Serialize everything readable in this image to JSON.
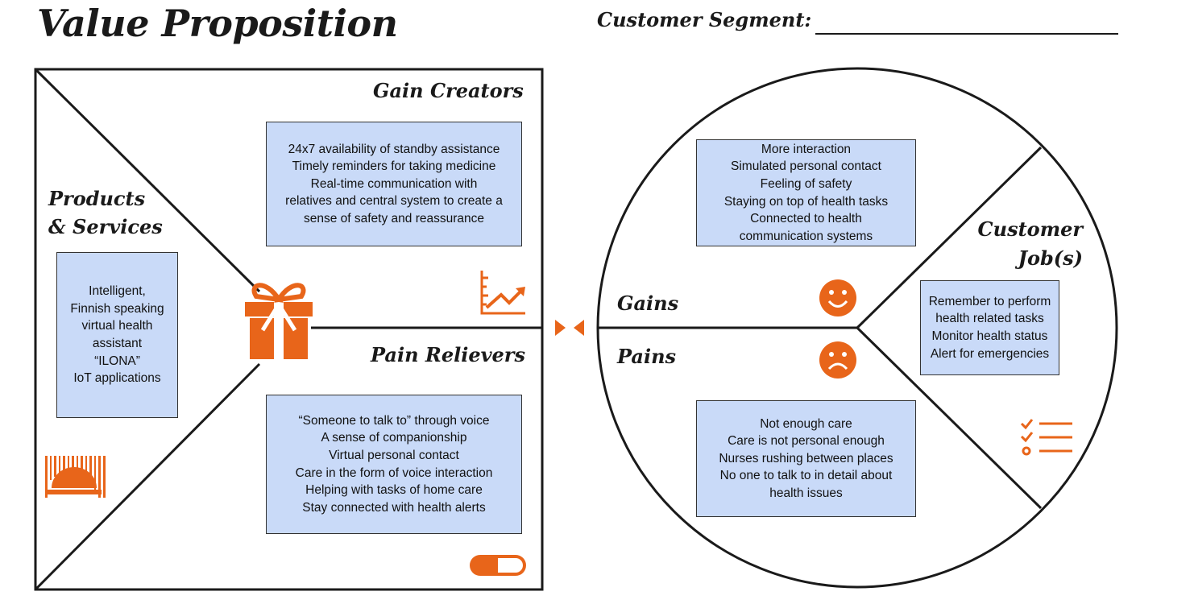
{
  "title": "Value Proposition",
  "customer_segment": {
    "label": "Customer Segment:",
    "value": ""
  },
  "colors": {
    "accent": "#e8651a",
    "note_bg": "#c9daf8",
    "line": "#1a1a1a"
  },
  "value_map": {
    "gain_creators": {
      "title": "Gain Creators",
      "text": "24x7 availability of standby assistance\nTimely reminders for taking medicine\nReal-time communication with\nrelatives and central system to create a\nsense of safety and reassurance",
      "icon": "growth-chart-icon"
    },
    "pain_relievers": {
      "title": "Pain Relievers",
      "text": "“Someone to talk to” through voice\nA sense of companionship\nVirtual personal contact\nCare in the form of voice interaction\nHelping with tasks of home care\nStay connected with health alerts",
      "icon": "pill-icon"
    },
    "products_services": {
      "title": "Products\n& Services",
      "text": "Intelligent,\nFinnish speaking\nvirtual health\nassistant\n“ILONA”\nIoT applications",
      "icon": "barcode-cloche-icon"
    },
    "center_icon": "gift-icon"
  },
  "customer_profile": {
    "gains": {
      "title": "Gains",
      "text": "More interaction\nSimulated personal contact\nFeeling of safety\nStaying on top of health tasks\nConnected to health\ncommunication systems",
      "icon": "happy-face-icon"
    },
    "pains": {
      "title": "Pains",
      "text": "Not enough care\nCare is not personal enough\nNurses rushing between places\nNo one to talk to in detail about\nhealth issues",
      "icon": "sad-face-icon"
    },
    "customer_jobs": {
      "title": "Customer\nJob(s)",
      "text": "Remember to perform\nhealth related tasks\nMonitor health status\nAlert for emergencies",
      "icon": "checklist-icon"
    }
  },
  "fit_icon": "fit-arrows-icon"
}
